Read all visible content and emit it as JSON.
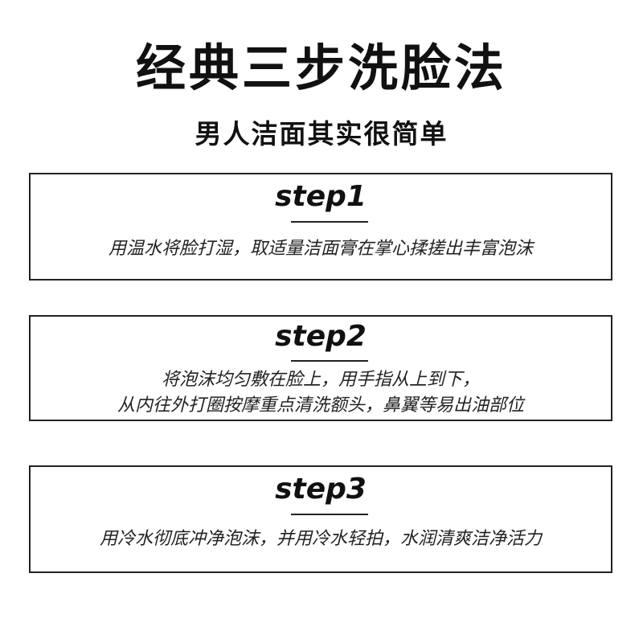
{
  "title": "经典三步洗脸法",
  "subtitle": "男人洁面其实很简单",
  "colors": {
    "text": "#111111",
    "border": "#222222",
    "background": "#ffffff"
  },
  "steps": [
    {
      "label": "step1",
      "lines": [
        "用温水将脸打湿，取适量洁面膏在掌心揉搓出丰富泡沫"
      ]
    },
    {
      "label": "step2",
      "lines": [
        "将泡沫均匀敷在脸上，用手指从上到下，",
        "从内往外打圈按摩重点清洗额头，鼻翼等易出油部位"
      ]
    },
    {
      "label": "step3",
      "lines": [
        "用冷水彻底冲净泡沫，并用冷水轻拍，水润清爽洁净活力"
      ]
    }
  ]
}
